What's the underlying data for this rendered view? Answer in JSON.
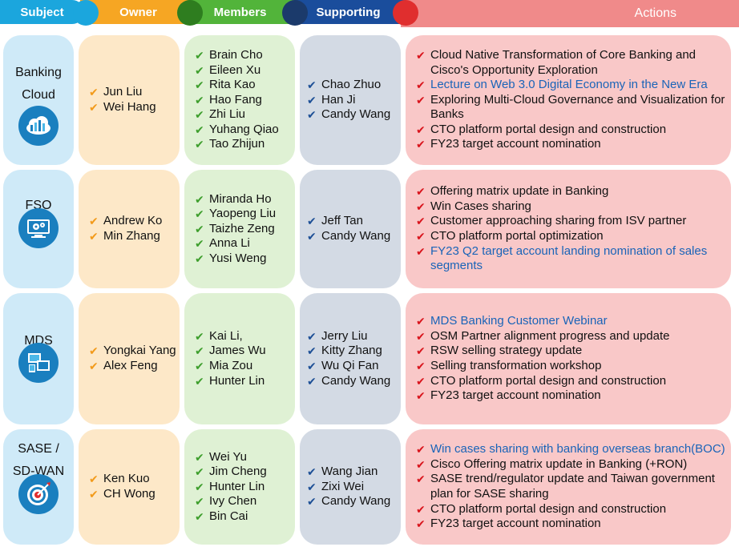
{
  "header": {
    "subject": "Subject",
    "owner": "Owner",
    "members": "Members",
    "supporting": "Supporting",
    "actions": "Actions"
  },
  "colors": {
    "subject": "#1ba6dd",
    "owner": "#f6a623",
    "members": "#52b43a",
    "supporting": "#1a4d9c",
    "actions": "#f08a8a",
    "highlight_text": "#1a64b8"
  },
  "rows": [
    {
      "subject_lines": [
        "Banking",
        "Cloud"
      ],
      "icon": "cloud-data-icon",
      "owners": [
        "Jun Liu",
        "Wei Hang"
      ],
      "members": [
        "Brain Cho",
        "Eileen Xu",
        "Rita Kao",
        "Hao Fang",
        "Zhi Liu",
        "Yuhang Qiao",
        "Tao Zhijun"
      ],
      "supporting": [
        "Chao Zhuo",
        "Han Ji",
        "Candy Wang"
      ],
      "actions": [
        {
          "text": "Cloud Native Transformation of Core Banking and Cisco's Opportunity Exploration",
          "highlight": false
        },
        {
          "text": "Lecture on Web 3.0 Digital Economy in the New Era",
          "highlight": true
        },
        {
          "text": "Exploring Multi-Cloud Governance and Visualization for Banks",
          "highlight": false
        },
        {
          "text": "CTO platform portal design and construction",
          "highlight": false
        },
        {
          "text": "FY23 target account nomination",
          "highlight": false
        }
      ]
    },
    {
      "subject_lines": [
        "FSO"
      ],
      "icon": "monitor-gears-icon",
      "owners": [
        "Andrew Ko",
        "Min Zhang"
      ],
      "members": [
        "Miranda Ho",
        "Yaopeng   Liu",
        "Taizhe   Zeng",
        "Anna Li",
        "Yusi Weng"
      ],
      "supporting": [
        "Jeff Tan",
        "Candy Wang"
      ],
      "actions": [
        {
          "text": "Offering matrix update in Banking",
          "highlight": false
        },
        {
          "text": "Win Cases sharing",
          "highlight": false
        },
        {
          "text": "Customer approaching sharing from ISV partner",
          "highlight": false
        },
        {
          "text": "CTO platform portal optimization",
          "highlight": false
        },
        {
          "text": "FY23 Q2 target account landing nomination of sales segments",
          "highlight": true
        }
      ]
    },
    {
      "subject_lines": [
        "MDS"
      ],
      "icon": "screens-icon",
      "owners": [
        "Yongkai   Yang",
        "Alex Feng"
      ],
      "members": [
        "Kai Li,",
        "James Wu",
        "Mia Zou",
        "Hunter Lin"
      ],
      "supporting": [
        "Jerry Liu",
        "Kitty Zhang",
        "Wu Qi Fan",
        "Candy Wang"
      ],
      "actions": [
        {
          "text": "MDS Banking Customer Webinar",
          "highlight": true
        },
        {
          "text": "OSM Partner alignment progress and update",
          "highlight": false
        },
        {
          "text": "RSW selling strategy update",
          "highlight": false
        },
        {
          "text": "Selling transformation workshop",
          "highlight": false
        },
        {
          "text": "CTO platform portal design and construction",
          "highlight": false
        },
        {
          "text": "FY23 target account nomination",
          "highlight": false
        }
      ]
    },
    {
      "subject_lines": [
        "SASE /",
        "SD-WAN"
      ],
      "icon": "target-icon",
      "owners": [
        "Ken Kuo",
        "CH Wong"
      ],
      "members": [
        "Wei Yu",
        "Jim Cheng",
        "Hunter Lin",
        "Ivy Chen",
        "Bin Cai"
      ],
      "supporting": [
        "Wang Jian",
        "Zixi Wei",
        "Candy Wang"
      ],
      "actions": [
        {
          "text": "Win cases sharing with banking overseas branch(BOC)",
          "highlight": true
        },
        {
          "text": "Cisco Offering matrix update in Banking     (+RON)",
          "highlight": false
        },
        {
          "text": "SASE trend/regulator update and Taiwan government plan for SASE sharing",
          "highlight": false
        },
        {
          "text": "CTO platform portal design and construction",
          "highlight": false
        },
        {
          "text": "FY23 target account nomination",
          "highlight": false
        }
      ]
    }
  ]
}
